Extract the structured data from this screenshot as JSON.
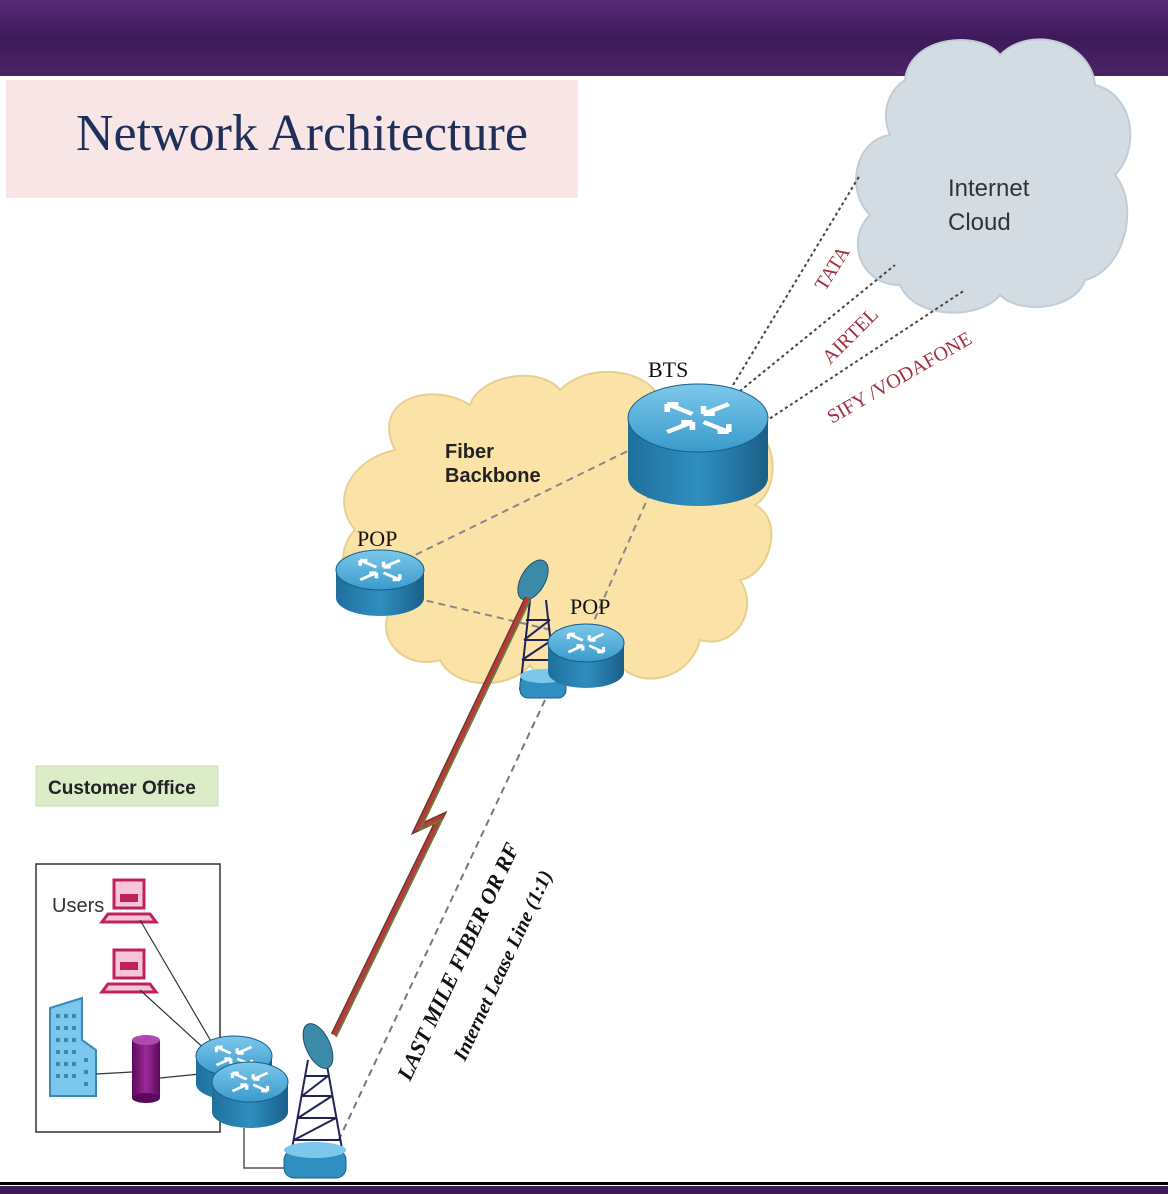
{
  "title": "Network Architecture",
  "cloud_internet": {
    "line1": "Internet",
    "line2": "Cloud"
  },
  "cloud_backbone": {
    "line1": "Fiber",
    "line2": "Backbone"
  },
  "nodes": {
    "bts": "BTS",
    "pop1": "POP",
    "pop2": "POP"
  },
  "isps": [
    "TATA",
    "AIRTEL",
    "SIFY /VODAFONE"
  ],
  "customer_office_label": "Customer Office",
  "users_label": "Users",
  "link_labels": {
    "last_mile": "LAST MILE FIBER OR  RF",
    "lease_line": "Internet Lease Line  (1:1)"
  },
  "colors": {
    "header": "#4b2368",
    "title_text": "#1f2f5a",
    "isp_text": "#a03040",
    "router": "#2f8fc0",
    "backbone_cloud": "#fbe3a8",
    "internet_cloud": "#d3dce3",
    "customer_badge": "#dcebc8"
  }
}
